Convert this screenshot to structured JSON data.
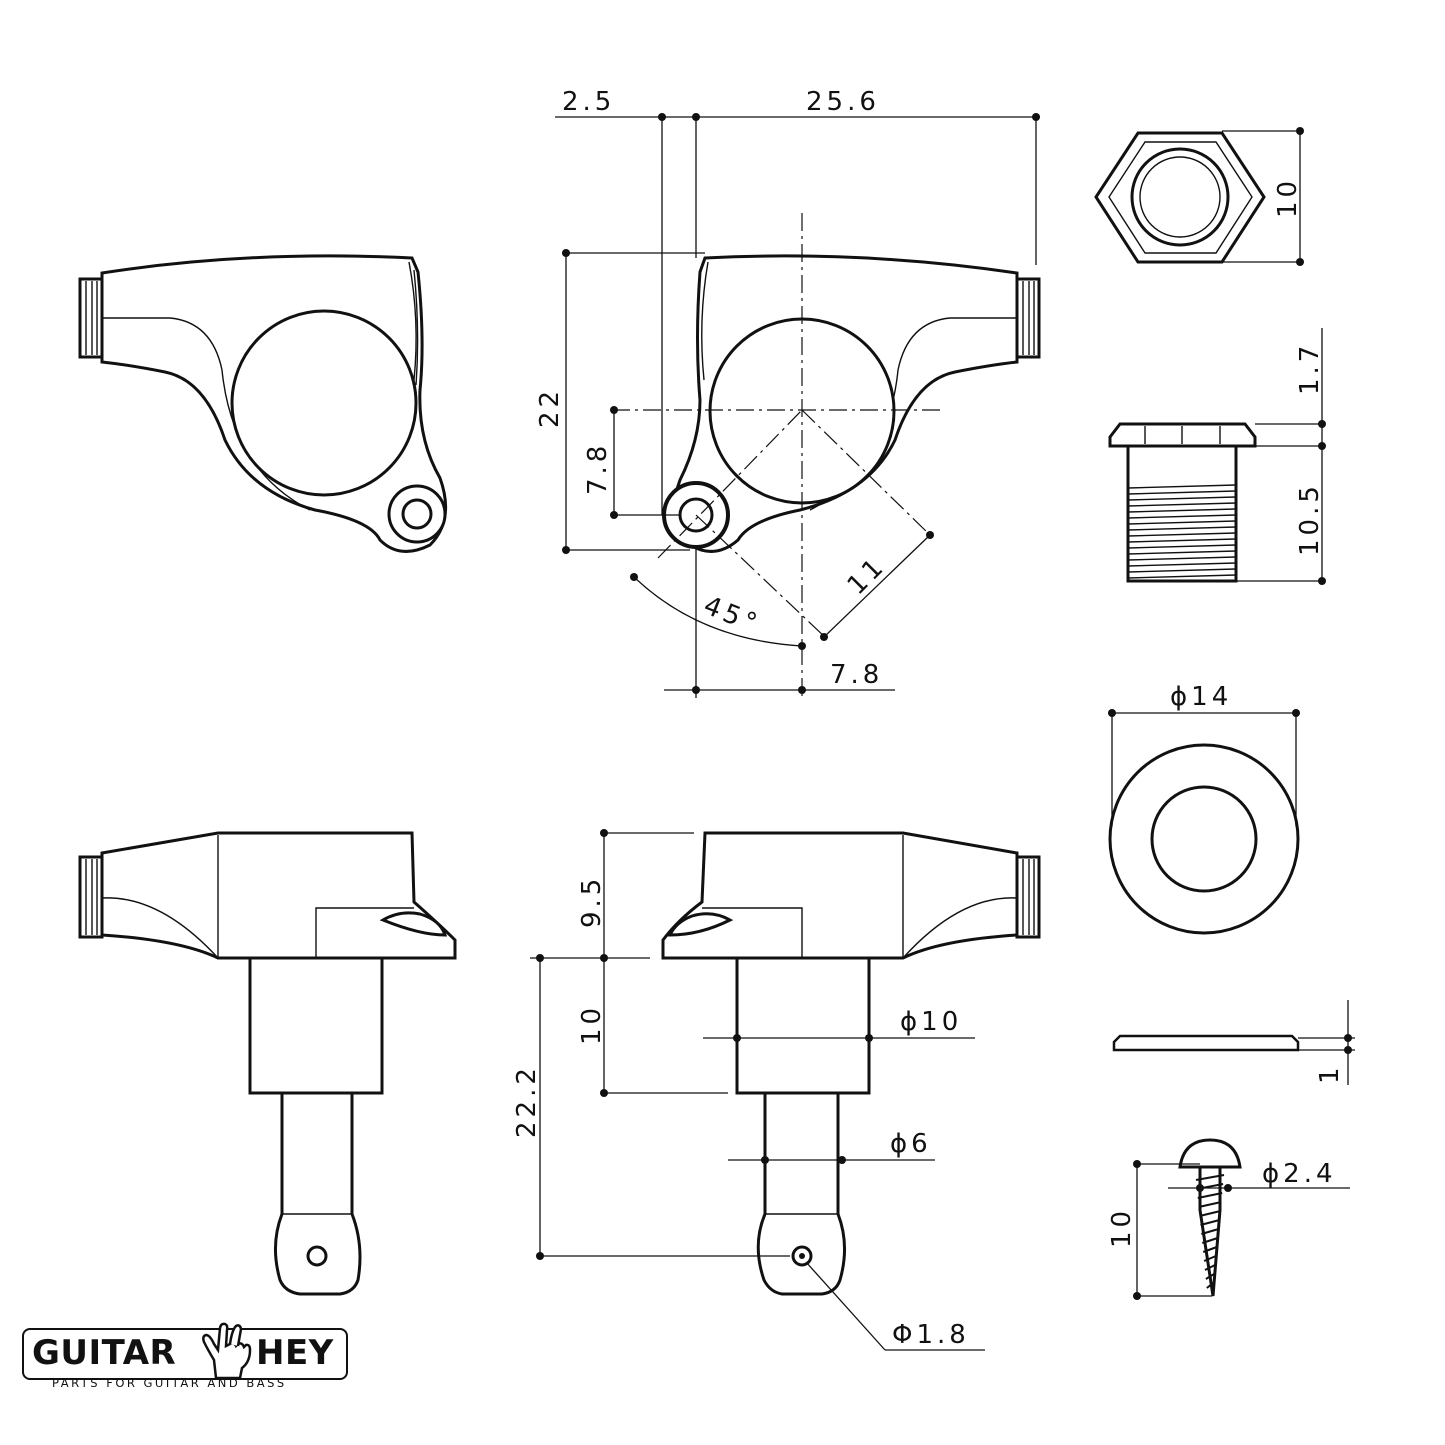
{
  "dimensions": {
    "top_offset": "2.5",
    "top_width": "25.6",
    "height_22": "22",
    "hole_offset_v": "7.8",
    "radius_11": "11",
    "angle": "45°",
    "hole_offset_h": "7.8",
    "nut_height": "10",
    "bushing_flange": "1.7",
    "bushing_length": "10.5",
    "washer_diameter": "ϕ14",
    "washer_thickness": "1",
    "screw_length": "10",
    "screw_diameter": "ϕ2.4",
    "housing_height": "9.5",
    "post_length_10": "10",
    "post_total": "22.2",
    "post_diameter_10": "ϕ10",
    "post_diameter_6": "ϕ6",
    "string_hole": "Φ1.8"
  },
  "logo": {
    "word_left": "GUITAR",
    "word_right": "HEY",
    "tagline": "PARTS FOR GUITAR AND BASS",
    "icon": "rock-hand-icon"
  }
}
